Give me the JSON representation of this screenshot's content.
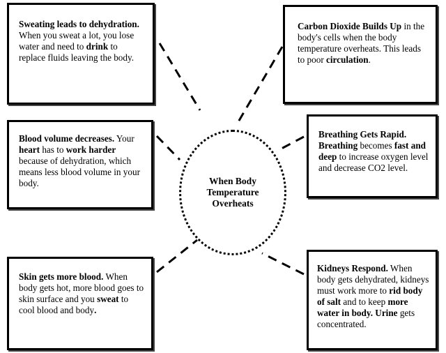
{
  "center": {
    "label": "When Body Temperature Overheats"
  },
  "boxes": [
    {
      "id": "sweating",
      "segments": [
        {
          "t": "Sweating leads to dehydration.",
          "b": true
        },
        {
          "t": " When you sweat a lot, you lose water and need to ",
          "b": false
        },
        {
          "t": "drink",
          "b": true
        },
        {
          "t": " to replace fluids leaving the body.",
          "b": false
        }
      ]
    },
    {
      "id": "carbon-dioxide",
      "segments": [
        {
          "t": "Carbon Dioxide Builds Up",
          "b": true
        },
        {
          "t": " in the body's cells when the body temperature overheats. This leads to poor ",
          "b": false
        },
        {
          "t": "circulation",
          "b": true
        },
        {
          "t": ".",
          "b": false
        }
      ]
    },
    {
      "id": "blood-volume",
      "segments": [
        {
          "t": "Blood volume decreases.",
          "b": true
        },
        {
          "t": " Your ",
          "b": false
        },
        {
          "t": "heart",
          "b": true
        },
        {
          "t": " has to ",
          "b": false
        },
        {
          "t": "work harder",
          "b": true
        },
        {
          "t": " because of dehydration, which means less blood volume in your body.",
          "b": false
        }
      ]
    },
    {
      "id": "breathing",
      "segments": [
        {
          "t": "Breathing Gets Rapid. Breathing",
          "b": true
        },
        {
          "t": " becomes ",
          "b": false
        },
        {
          "t": "fast and deep",
          "b": true
        },
        {
          "t": " to increase oxygen level and decrease CO2 level.",
          "b": false
        }
      ]
    },
    {
      "id": "skin",
      "segments": [
        {
          "t": "Skin gets more blood.",
          "b": true
        },
        {
          "t": " When body gets hot, more blood goes to skin surface and you ",
          "b": false
        },
        {
          "t": "sweat",
          "b": true
        },
        {
          "t": " to cool blood and body",
          "b": false
        },
        {
          "t": ".",
          "b": true
        }
      ]
    },
    {
      "id": "kidneys",
      "segments": [
        {
          "t": "Kidneys Respond.",
          "b": true
        },
        {
          "t": " When body gets dehydrated, kidneys must work more to ",
          "b": false
        },
        {
          "t": "rid body of salt",
          "b": true
        },
        {
          "t": " and to keep ",
          "b": false
        },
        {
          "t": "more water in body. Urine",
          "b": true
        },
        {
          "t": " gets concentrated.",
          "b": false
        }
      ]
    }
  ]
}
